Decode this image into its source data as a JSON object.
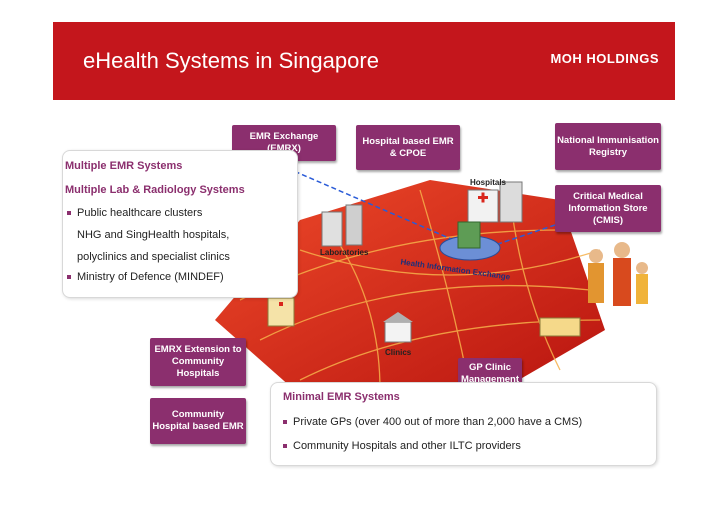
{
  "header": {
    "title": "eHealth Systems in Singapore",
    "logo": "MOH HOLDINGS",
    "color": "#c4161c"
  },
  "boxes": {
    "emrx": "EMR Exchange (EMRX)",
    "hospital_emr": "Hospital based EMR & CPOE",
    "immunisation": "National Immunisation Registry",
    "cmis": "Critical Medical Information Store (CMIS)",
    "emrx_extension": "EMRX Extension to Community Hospitals",
    "community_emr": "Community Hospital based EMR",
    "gp_cms": "GP Clinic Management Systems"
  },
  "left_panel": {
    "title1": "Multiple EMR Systems",
    "title2": "Multiple Lab & Radiology Systems",
    "bullet1": "Public healthcare clusters",
    "bullet1_line2": "NHG and SingHealth hospitals,",
    "bullet1_line3": "polyclinics and specialist clinics",
    "bullet2": "Ministry of Defence (MINDEF)"
  },
  "bottom_panel": {
    "title": "Minimal EMR Systems",
    "bullet1": "Private GPs (over 400 out of more than 2,000 have a CMS)",
    "bullet2": "Community Hospitals and other ILTC providers"
  },
  "map_labels": {
    "hospitals": "Hospitals",
    "laboratories": "Laboratories",
    "exchange": "Health Information Exchange",
    "clinics": "Clinics"
  },
  "colors": {
    "box": "#8b2f6e",
    "map": "#d9261c"
  }
}
